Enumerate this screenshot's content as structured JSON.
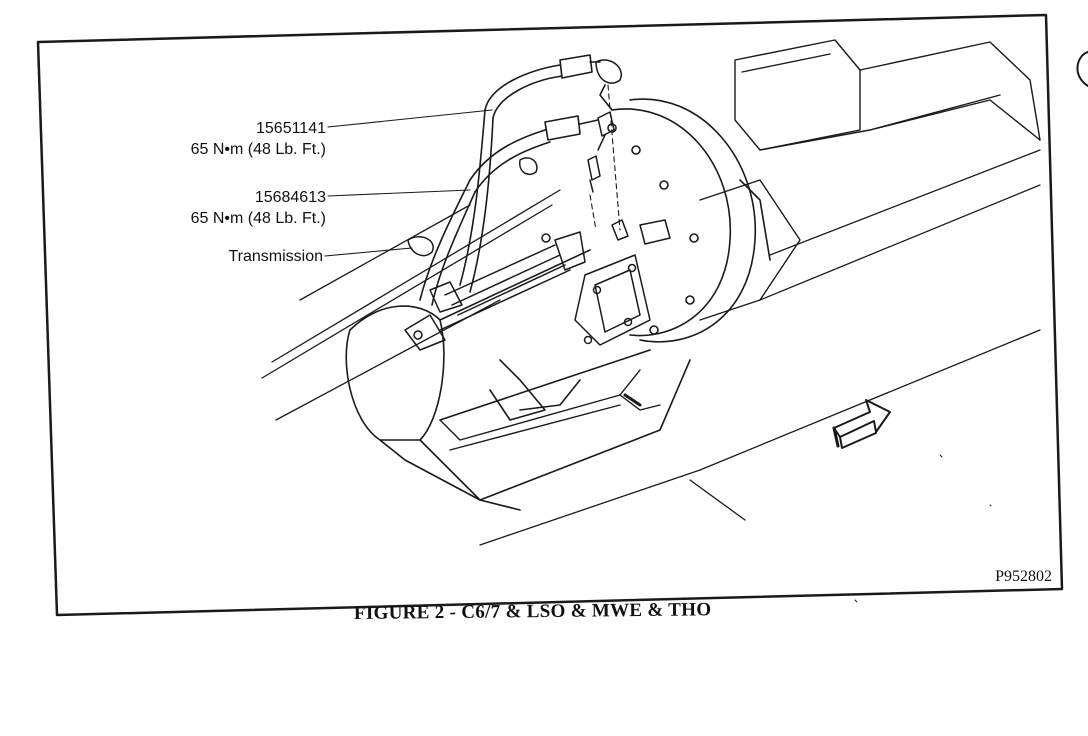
{
  "callouts": [
    {
      "part_number": "15651141",
      "torque": "65 N•m (48 Lb. Ft.)"
    },
    {
      "part_number": "15684613",
      "torque": "65 N•m (48 Lb. Ft.)"
    },
    {
      "label": "Transmission"
    }
  ],
  "figure_id": "P952802",
  "caption": "FIGURE 2 - C6/7 & LSO & MWE & THO"
}
